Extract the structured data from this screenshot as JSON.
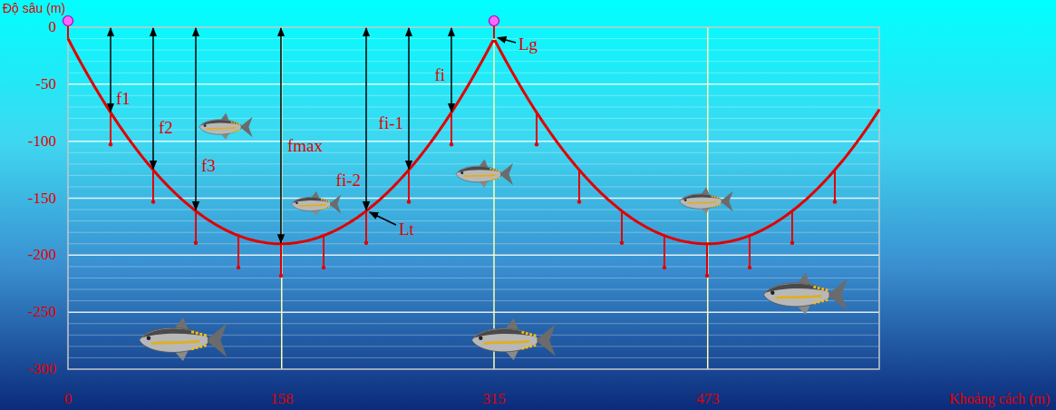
{
  "diagram": {
    "labels": [
      "Độ sâu (m)",
      "0",
      "-50",
      "-100",
      "-150",
      "-200",
      "-250",
      "-300",
      "0",
      "158",
      "315",
      "473",
      "Khoảng cách (m)",
      "f1",
      "f2",
      "f3",
      "fmax",
      "fi-2",
      "fi-1",
      "fi",
      "Lg",
      "Lt"
    ]
  }
}
